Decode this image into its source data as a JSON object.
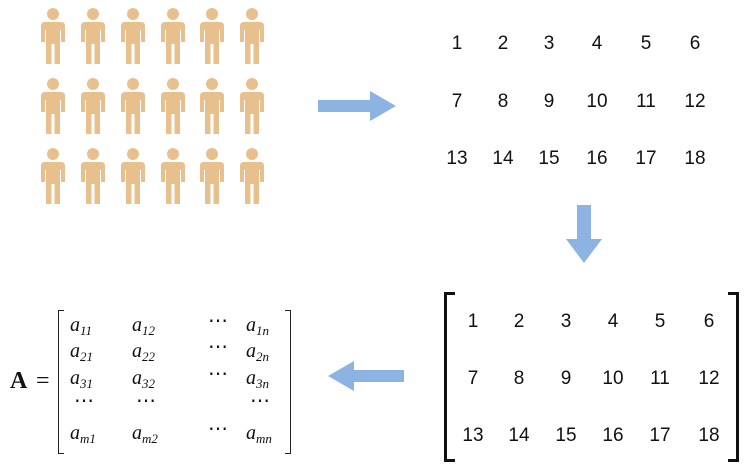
{
  "colors": {
    "person": "#E8C08E",
    "arrow": "#8DB3E2",
    "text": "#111111"
  },
  "people": {
    "rows": 3,
    "cols": 6,
    "icon": "person-icon"
  },
  "numbers_top": [
    [
      "1",
      "2",
      "3",
      "4",
      "5",
      "6"
    ],
    [
      "7",
      "8",
      "9",
      "10",
      "11",
      "12"
    ],
    [
      "13",
      "14",
      "15",
      "16",
      "17",
      "18"
    ]
  ],
  "numbers_matrix": [
    [
      "1",
      "2",
      "3",
      "4",
      "5",
      "6"
    ],
    [
      "7",
      "8",
      "9",
      "10",
      "11",
      "12"
    ],
    [
      "13",
      "14",
      "15",
      "16",
      "17",
      "18"
    ]
  ],
  "formula": {
    "lhs": "A",
    "eq": "=",
    "rows": [
      [
        {
          "b": "a",
          "s": "11"
        },
        {
          "b": "a",
          "s": "12"
        },
        {
          "b": "⋯",
          "s": ""
        },
        {
          "b": "a",
          "s": "1n"
        }
      ],
      [
        {
          "b": "a",
          "s": "21"
        },
        {
          "b": "a",
          "s": "22"
        },
        {
          "b": "⋯",
          "s": ""
        },
        {
          "b": "a",
          "s": "2n"
        }
      ],
      [
        {
          "b": "a",
          "s": "31"
        },
        {
          "b": "a",
          "s": "32"
        },
        {
          "b": "⋯",
          "s": ""
        },
        {
          "b": "a",
          "s": "3n"
        }
      ],
      [
        {
          "b": "⋯",
          "s": ""
        },
        {
          "b": "⋯",
          "s": ""
        },
        {
          "b": "",
          "s": ""
        },
        {
          "b": "⋯",
          "s": ""
        }
      ],
      [
        {
          "b": "a",
          "s": "m1"
        },
        {
          "b": "a",
          "s": "m2"
        },
        {
          "b": "⋯",
          "s": ""
        },
        {
          "b": "a",
          "s": "mn"
        }
      ]
    ]
  }
}
